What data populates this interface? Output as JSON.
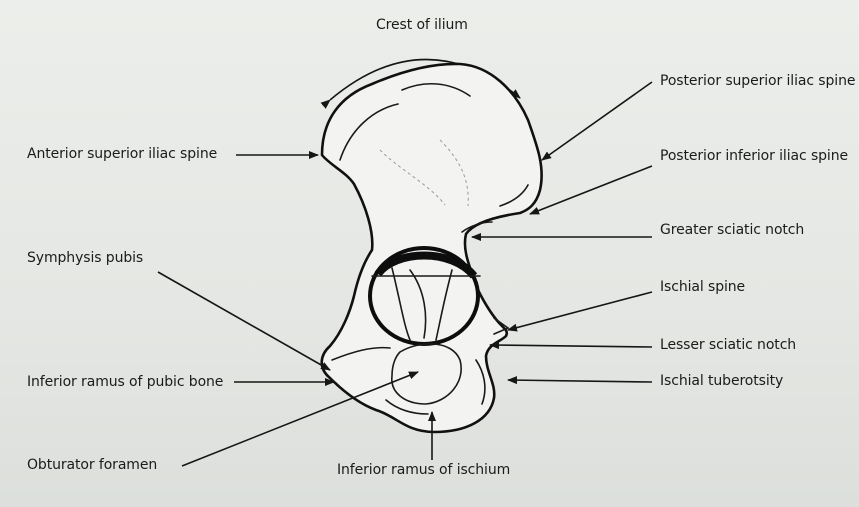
{
  "diagram": {
    "labels": {
      "crest_of_ilium": "Crest of ilium",
      "posterior_superior_iliac_spine": "Posterior superior iliac spine",
      "anterior_superior_iliac_spine": "Anterior superior iliac spine",
      "posterior_inferior_iliac_spine": "Posterior inferior iliac spine",
      "greater_sciatic_notch": "Greater sciatic notch",
      "symphysis_pubis": "Symphysis pubis",
      "ischial_spine": "Ischial spine",
      "lesser_sciatic_notch": "Lesser sciatic notch",
      "inferior_ramus_of_pubic_bone": "Inferior ramus of pubic bone",
      "ischial_tuberosity": "Ischial tuberotsity",
      "obturator_foramen": "Obturator foramen",
      "inferior_ramus_of_ischium": "Inferior ramus of ischium"
    },
    "colors": {
      "paper": "#e7e9e6",
      "ink": "#1b1b1b",
      "bone_fill": "#f3f4f1"
    }
  }
}
